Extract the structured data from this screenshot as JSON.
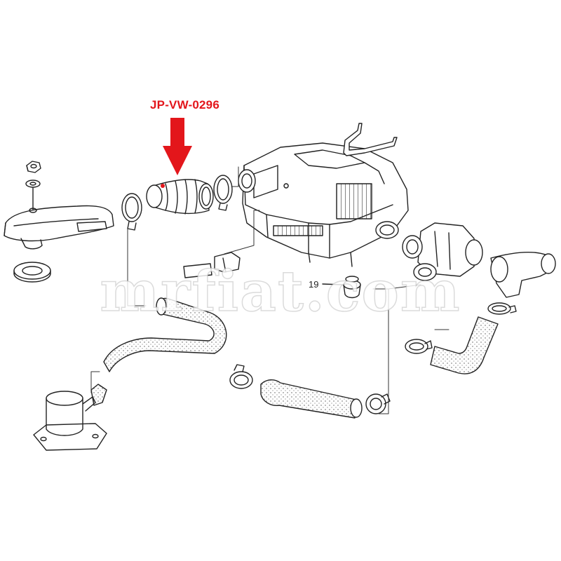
{
  "part_label": "JP-VW-0296",
  "callout_number": "19",
  "watermark": "mrfiat.com",
  "colors": {
    "accent": "#e3161b",
    "line": "#222222",
    "background": "#ffffff"
  },
  "parts": [
    {
      "name": "nut",
      "icon": "nut-icon"
    },
    {
      "name": "washer",
      "icon": "washer-icon"
    },
    {
      "name": "air-intake-duct",
      "icon": "duct-icon"
    },
    {
      "name": "seal-ring",
      "icon": "seal-icon"
    },
    {
      "name": "hose-clamp",
      "icon": "clamp-icon"
    },
    {
      "name": "intake-boot",
      "icon": "boot-icon"
    },
    {
      "name": "air-cleaner-housing",
      "icon": "air-box-icon"
    },
    {
      "name": "bracket",
      "icon": "bracket-icon"
    },
    {
      "name": "rubber-grommet",
      "icon": "grommet-icon"
    },
    {
      "name": "air-flow-meter",
      "icon": "meter-icon"
    },
    {
      "name": "elbow-hose",
      "icon": "elbow-icon"
    },
    {
      "name": "breather-hose",
      "icon": "hose-icon"
    },
    {
      "name": "oil-filler-housing",
      "icon": "filler-icon"
    }
  ]
}
